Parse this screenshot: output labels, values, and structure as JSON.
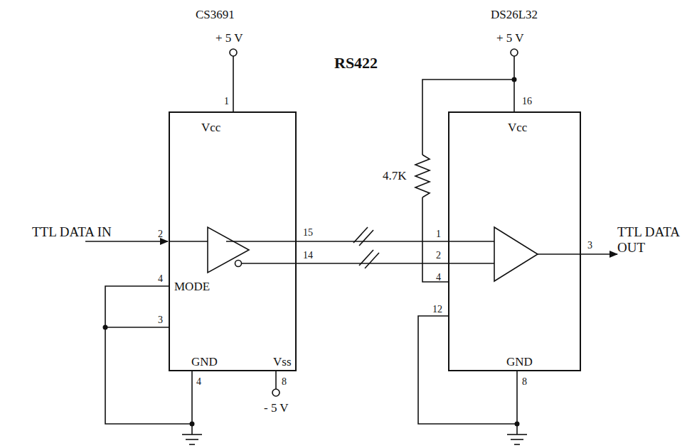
{
  "diagram": {
    "nodes": [
      {
        "text": [
          "CS3691",
          "Vcc",
          "MODE",
          "GND",
          "Vss"
        ]
      },
      {
        "text": [
          "DS26L32",
          "Vcc",
          "GND"
        ]
      }
    ],
    "edges": [
      {
        "from": 0,
        "to": 1,
        "arrow": "none"
      },
      {
        "from": 0,
        "to": 1,
        "arrow": "none"
      }
    ],
    "labels": [
      "+ 5 V",
      "RS422",
      "+ 5 V",
      "4.7K",
      "TTL DATA IN",
      "TTL DATA OUT",
      "1",
      "2",
      "15",
      "14",
      "4",
      "3",
      "4",
      "8",
      "- 5 V",
      "16",
      "1",
      "2",
      "4",
      "12",
      "8",
      "3"
    ]
  }
}
